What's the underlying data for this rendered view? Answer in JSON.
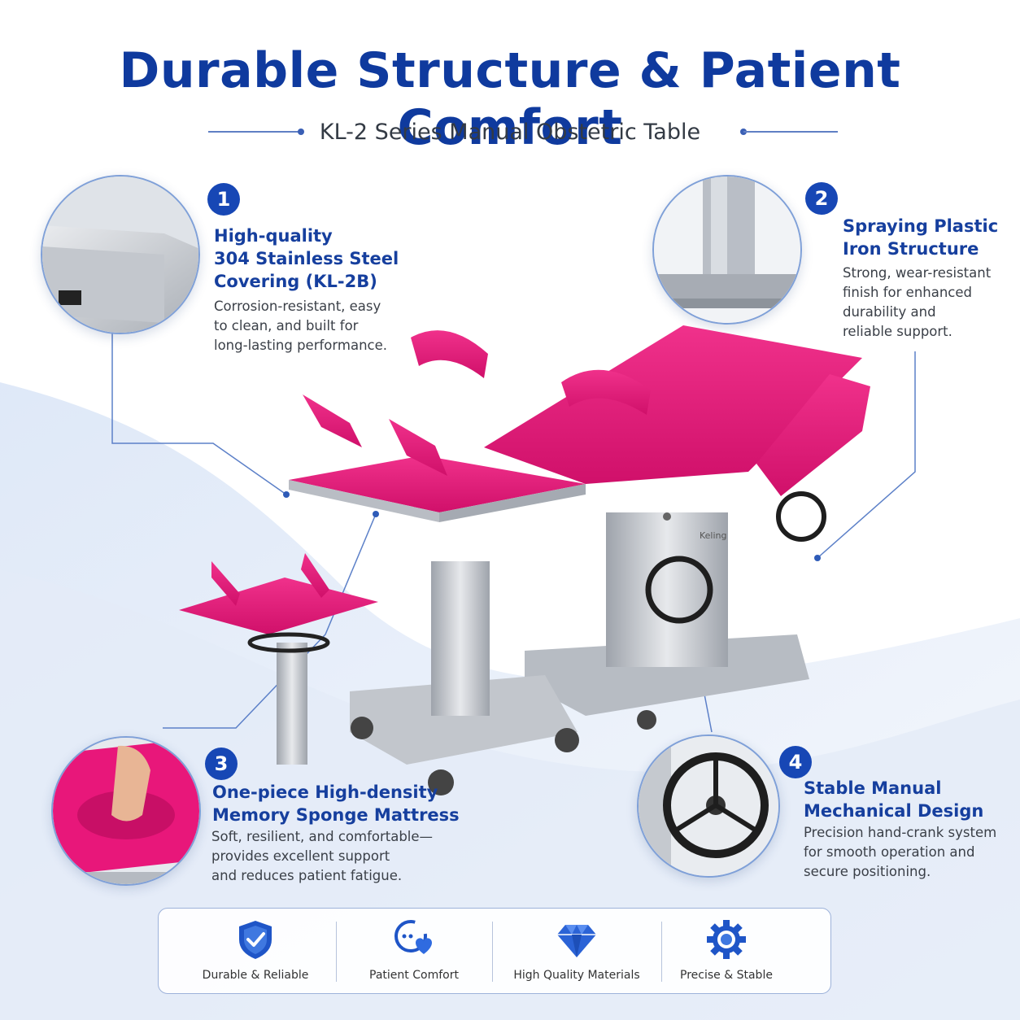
{
  "header": {
    "title": "Durable Structure & Patient Comfort",
    "subtitle": "KL-2 Series Manual Obstetric Table"
  },
  "features": [
    {
      "number": "1",
      "title_lines": [
        "High-quality",
        "304 Stainless Steel",
        "Covering (KL-2B)"
      ],
      "desc_lines": [
        "Corrosion-resistant, easy",
        "to clean, and built for",
        "long-lasting performance."
      ],
      "image": "stainless-steel-corner"
    },
    {
      "number": "2",
      "title_lines": [
        "Spraying Plastic",
        "Iron Structure"
      ],
      "desc_lines": [
        "Strong, wear-resistant",
        "finish for enhanced",
        "durability and",
        "reliable support."
      ],
      "image": "column-base"
    },
    {
      "number": "3",
      "title_lines": [
        "One-piece High-density",
        "Memory Sponge Mattress"
      ],
      "desc_lines": [
        "Soft, resilient, and comfortable—",
        "provides excellent support",
        "and reduces patient fatigue."
      ],
      "image": "pink-mattress-hand-press"
    },
    {
      "number": "4",
      "title_lines": [
        "Stable Manual",
        "Mechanical Design"
      ],
      "desc_lines": [
        "Precision hand-crank system",
        "for smooth operation and",
        "secure positioning."
      ],
      "image": "hand-crank-wheel"
    }
  ],
  "product": {
    "brand_mark": "Keling"
  },
  "bottom_bar": {
    "items": [
      {
        "label": "Durable & Reliable",
        "icon": "shield-check-icon"
      },
      {
        "label": "Patient Comfort",
        "icon": "heart-chat-icon"
      },
      {
        "label": "High Quality Materials",
        "icon": "diamond-icon"
      },
      {
        "label": "Precise & Stable",
        "icon": "gear-icon"
      }
    ]
  },
  "colors": {
    "title": "#0f3a9e",
    "accent": "#1747b5",
    "mattress": "#e8177a",
    "steel": "#c9ccd1"
  }
}
